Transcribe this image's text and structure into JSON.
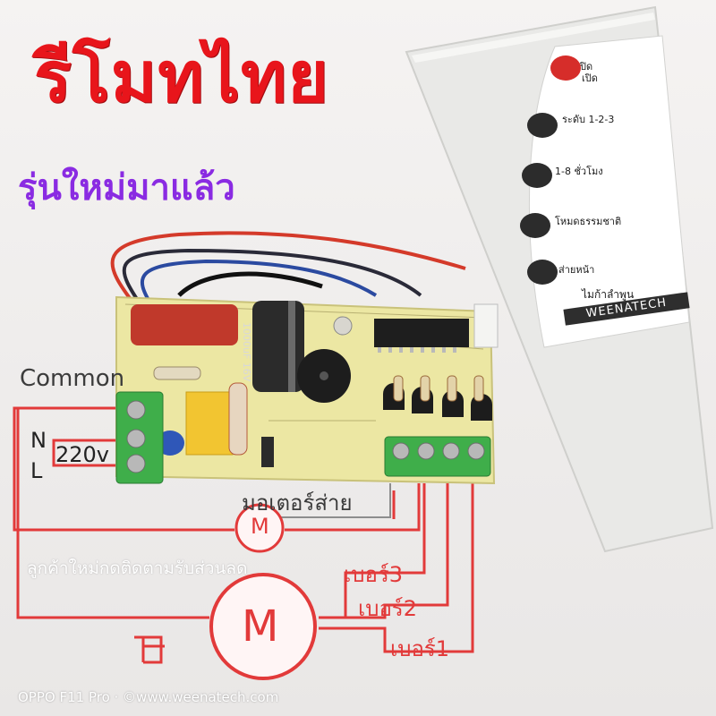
{
  "title": "รีโมทไทย",
  "subtitle": "รุ่นใหม่มาแล้ว",
  "diagram": {
    "common_label": "Common",
    "n_label": "N",
    "l_label": "L",
    "voltage_label": "220v",
    "motor_swing_label": "มอเตอร์ส่าย",
    "speed3_label": "เบอร์3",
    "speed2_label": "เบอร์2",
    "speed1_label": "เบอร์1",
    "motor_small_symbol": "M",
    "motor_large_symbol": "M"
  },
  "customer_note": "ลูกค้าใหม่กดติดตามรับส่วนลด",
  "watermark": "OPPO F11 Pro · ©www.weenatech.com",
  "remote": {
    "power_label_line1": "ปิด",
    "power_label_line2": "เปิด",
    "level_label": "ระดับ 1-2-3",
    "timer_label": "1-8 ชั่วโมง",
    "nature_mode_label": "โหมดธรรมชาติ",
    "swing_label": "ส่ายหน้า",
    "brand_thai": "ไมก้าลำพูน",
    "brand": "WEENATECH"
  },
  "pcb": {
    "capacitor_label": "1000uF 16V"
  },
  "colors": {
    "title": "#e8151b",
    "subtitle": "#8a2be2",
    "wiring": "#e23a3a",
    "pcb": "#ece7a3",
    "remote_body": "#e9e9e7",
    "remote_panel": "#ffffff",
    "power_button": "#d62d2a",
    "function_button": "#2c2c2c",
    "terminal_block": "#3fae4a"
  }
}
